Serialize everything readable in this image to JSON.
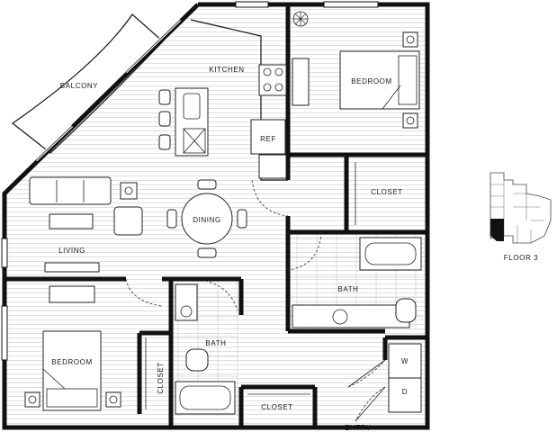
{
  "plan": {
    "rooms": {
      "balcony": "BALCONY",
      "kitchen": "KITCHEN",
      "bedroom_top": "BEDROOM",
      "ref": "REF",
      "closet_top": "CLOSET",
      "dining": "DINING",
      "living": "LIVING",
      "bath_right": "BATH",
      "bedroom_bottom": "BEDROOM",
      "bath_left": "BATH",
      "closet_vertical": "CLOSET",
      "closet_bottom": "CLOSET",
      "washer": "W",
      "dryer": "D",
      "entry": "ENTRY"
    },
    "keyplan": {
      "label": "FLOOR 3"
    }
  }
}
